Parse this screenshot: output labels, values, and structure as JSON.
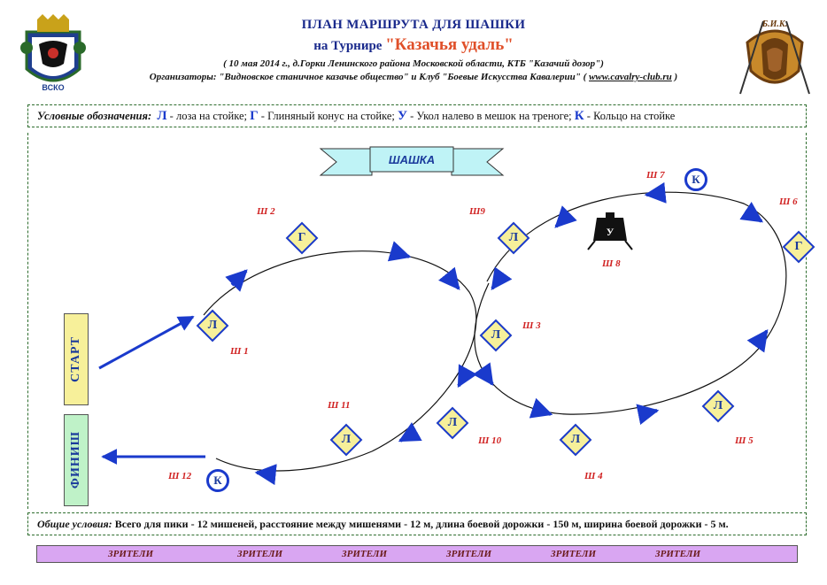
{
  "header": {
    "title": "ПЛАН МАРШРУТА ДЛЯ ШАШКИ",
    "subtitle_prefix": "на Турнире ",
    "subtitle_name": "\"Казачья удаль\"",
    "line1": "( 10 мая 2014 г., д.Горки Ленинского района Московской области, КТБ \"Казачий дозор\")",
    "line2_prefix": "Организаторы: \"Видновское станичное казачье общество\" и Клуб \"Боевые Искусства Кавалерии\" ( ",
    "line2_link": "www.cavalry-club.ru",
    "line2_suffix": " )"
  },
  "emblem": {
    "letters": "ВСКО"
  },
  "logo": {
    "letters": "Б.И.К."
  },
  "legend": {
    "key": "Условные обозначения:",
    "items": [
      {
        "sym": "Л",
        "text": " - лоза на стойке; "
      },
      {
        "sym": "Г",
        "text": " - Глиняный конус на стойке; "
      },
      {
        "sym": "У",
        "text": " - Укол налево в мешок на треноге; "
      },
      {
        "sym": "К",
        "text": " - Кольцо на стойке"
      }
    ]
  },
  "banner": "ШАШКА",
  "start": "СТАРТ",
  "finish": "ФИНИШ",
  "targets": [
    {
      "id": "t1",
      "label": "Ш 1"
    },
    {
      "id": "t2",
      "label": "Ш 2"
    },
    {
      "id": "t3",
      "label": "Ш 3"
    },
    {
      "id": "t4",
      "label": "Ш 4"
    },
    {
      "id": "t5",
      "label": "Ш 5"
    },
    {
      "id": "t6",
      "label": "Ш 6"
    },
    {
      "id": "t7",
      "label": "Ш 7"
    },
    {
      "id": "t8",
      "label": "Ш 8"
    },
    {
      "id": "t9",
      "label": "Ш9"
    },
    {
      "id": "t10",
      "label": "Ш 10"
    },
    {
      "id": "t11",
      "label": "Ш 11"
    },
    {
      "id": "t12",
      "label": "Ш 12"
    }
  ],
  "markers": {
    "loza": "Л",
    "konus": "Г",
    "ukol": "У",
    "koltso": "К"
  },
  "general": {
    "key": "Общие условия:",
    "text": " Всего для пики - 12 мишеней, расстояние между мишенями - 12 м, длина боевой дорожки - 150 м, ширина боевой дорожки - 5 м."
  },
  "viewers": [
    "ЗРИТЕЛИ",
    "ЗРИТЕЛИ",
    "ЗРИТЕЛИ",
    "ЗРИТЕЛИ",
    "ЗРИТЕЛИ",
    "ЗРИТЕЛИ"
  ],
  "colors": {
    "title_blue": "#1a2a8c",
    "accent_orange": "#e0502a",
    "route_blue": "#1a3acc",
    "target_red": "#d02020",
    "diamond_fill": "#f7f09a",
    "viewers_fill": "#d9a6f2",
    "banner_fill": "#bff3f6"
  }
}
